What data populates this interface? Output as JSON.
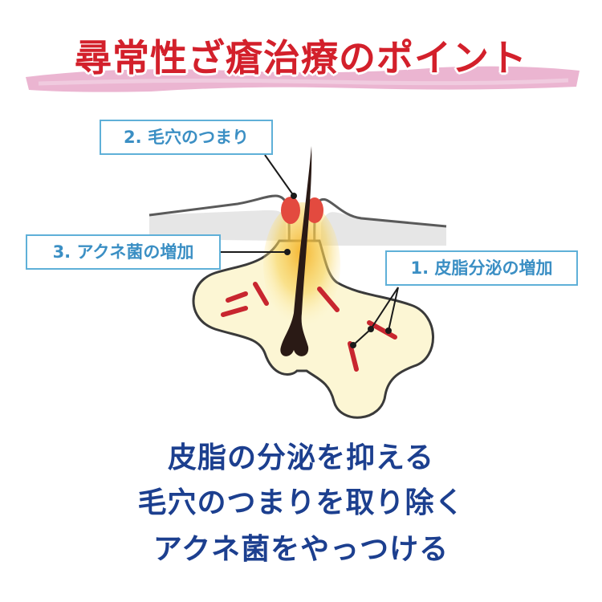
{
  "title": "尋常性ざ瘡治療のポイント",
  "labels": {
    "clog": "2. 毛穴のつまり",
    "bacteria": "3. アクネ菌の増加",
    "sebum": "1. 皮脂分泌の増加"
  },
  "messages": [
    "皮脂の分泌を抑える",
    "毛穴のつまりを取り除く",
    "アクネ菌をやっつける"
  ],
  "colors": {
    "title": "#d3202b",
    "brush": "#e7a8c9",
    "label_border": "#5fb0d8",
    "label_text": "#3b8fc4",
    "message_text": "#1c3f8f",
    "gland_fill": "#fcf6d4",
    "sebum_strokes": "#c8262f",
    "hair": "#2a1a15"
  }
}
